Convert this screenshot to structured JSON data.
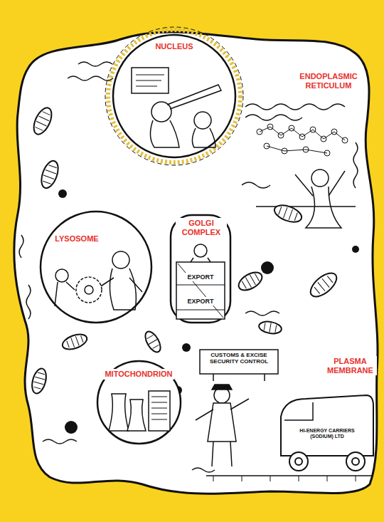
{
  "diagram": {
    "nodes": [
      {
        "text": [
          "NUCLEUS"
        ]
      },
      {
        "text": [
          "GOLGI COMPLEX",
          "EXPORT",
          "EXPORT"
        ]
      },
      {
        "text": [
          "LYSOSOME"
        ]
      },
      {
        "text": [
          "MITOCHONDRION"
        ]
      }
    ],
    "labels": [
      "ENDOPLASMIC RETICULUM",
      "CUSTOMS & EXCISE SECURITY CONTROL",
      "PLASMA MEMBRANE",
      "HI-ENERGY CARRIERS (SODIUM) LTD"
    ]
  }
}
